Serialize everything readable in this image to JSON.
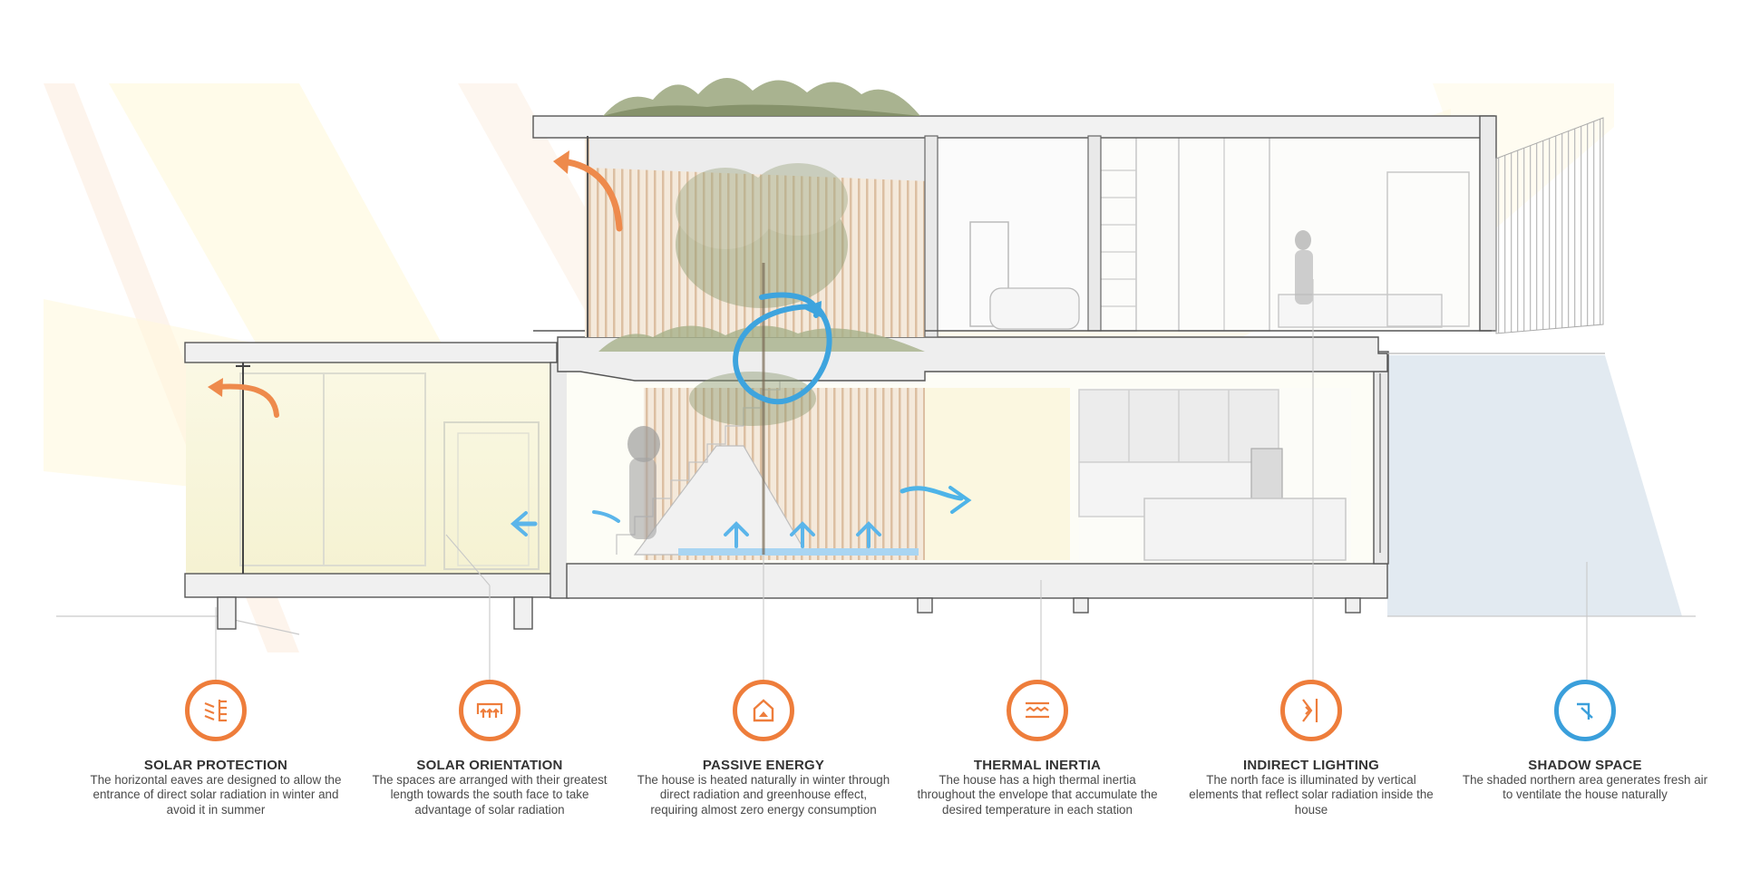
{
  "colors": {
    "accent_orange": "#ee7d3b",
    "accent_blue": "#3a9fdb",
    "text_dark": "#333333",
    "sunlight_yellow": "#fff6c8",
    "shadow_blue": "#dde6ee"
  },
  "features": [
    {
      "icon": "solar-protection-icon",
      "title": "SOLAR PROTECTION",
      "description": "The horizontal eaves are designed to allow the entrance of direct solar radiation in winter and avoid it in summer"
    },
    {
      "icon": "solar-orientation-icon",
      "title": "SOLAR ORIENTATION",
      "description": "The spaces are arranged with their greatest length towards the south face to take advantage of solar radiation"
    },
    {
      "icon": "passive-energy-icon",
      "title": "PASSIVE ENERGY",
      "description": "The house is heated naturally in winter through direct radiation and greenhouse effect, requiring almost zero energy consumption"
    },
    {
      "icon": "thermal-inertia-icon",
      "title": "THERMAL INERTIA",
      "description": "The house has a high thermal inertia throughout the envelope that accumulate the desired temperature in each station"
    },
    {
      "icon": "indirect-lighting-icon",
      "title": "INDIRECT LIGHTING",
      "description": "The north face is illuminated by vertical elements that reflect solar radiation inside the house"
    },
    {
      "icon": "shadow-space-icon",
      "title": "SHADOW SPACE",
      "description": "The shaded northern area generates fresh air to ventilate the house naturally"
    }
  ]
}
